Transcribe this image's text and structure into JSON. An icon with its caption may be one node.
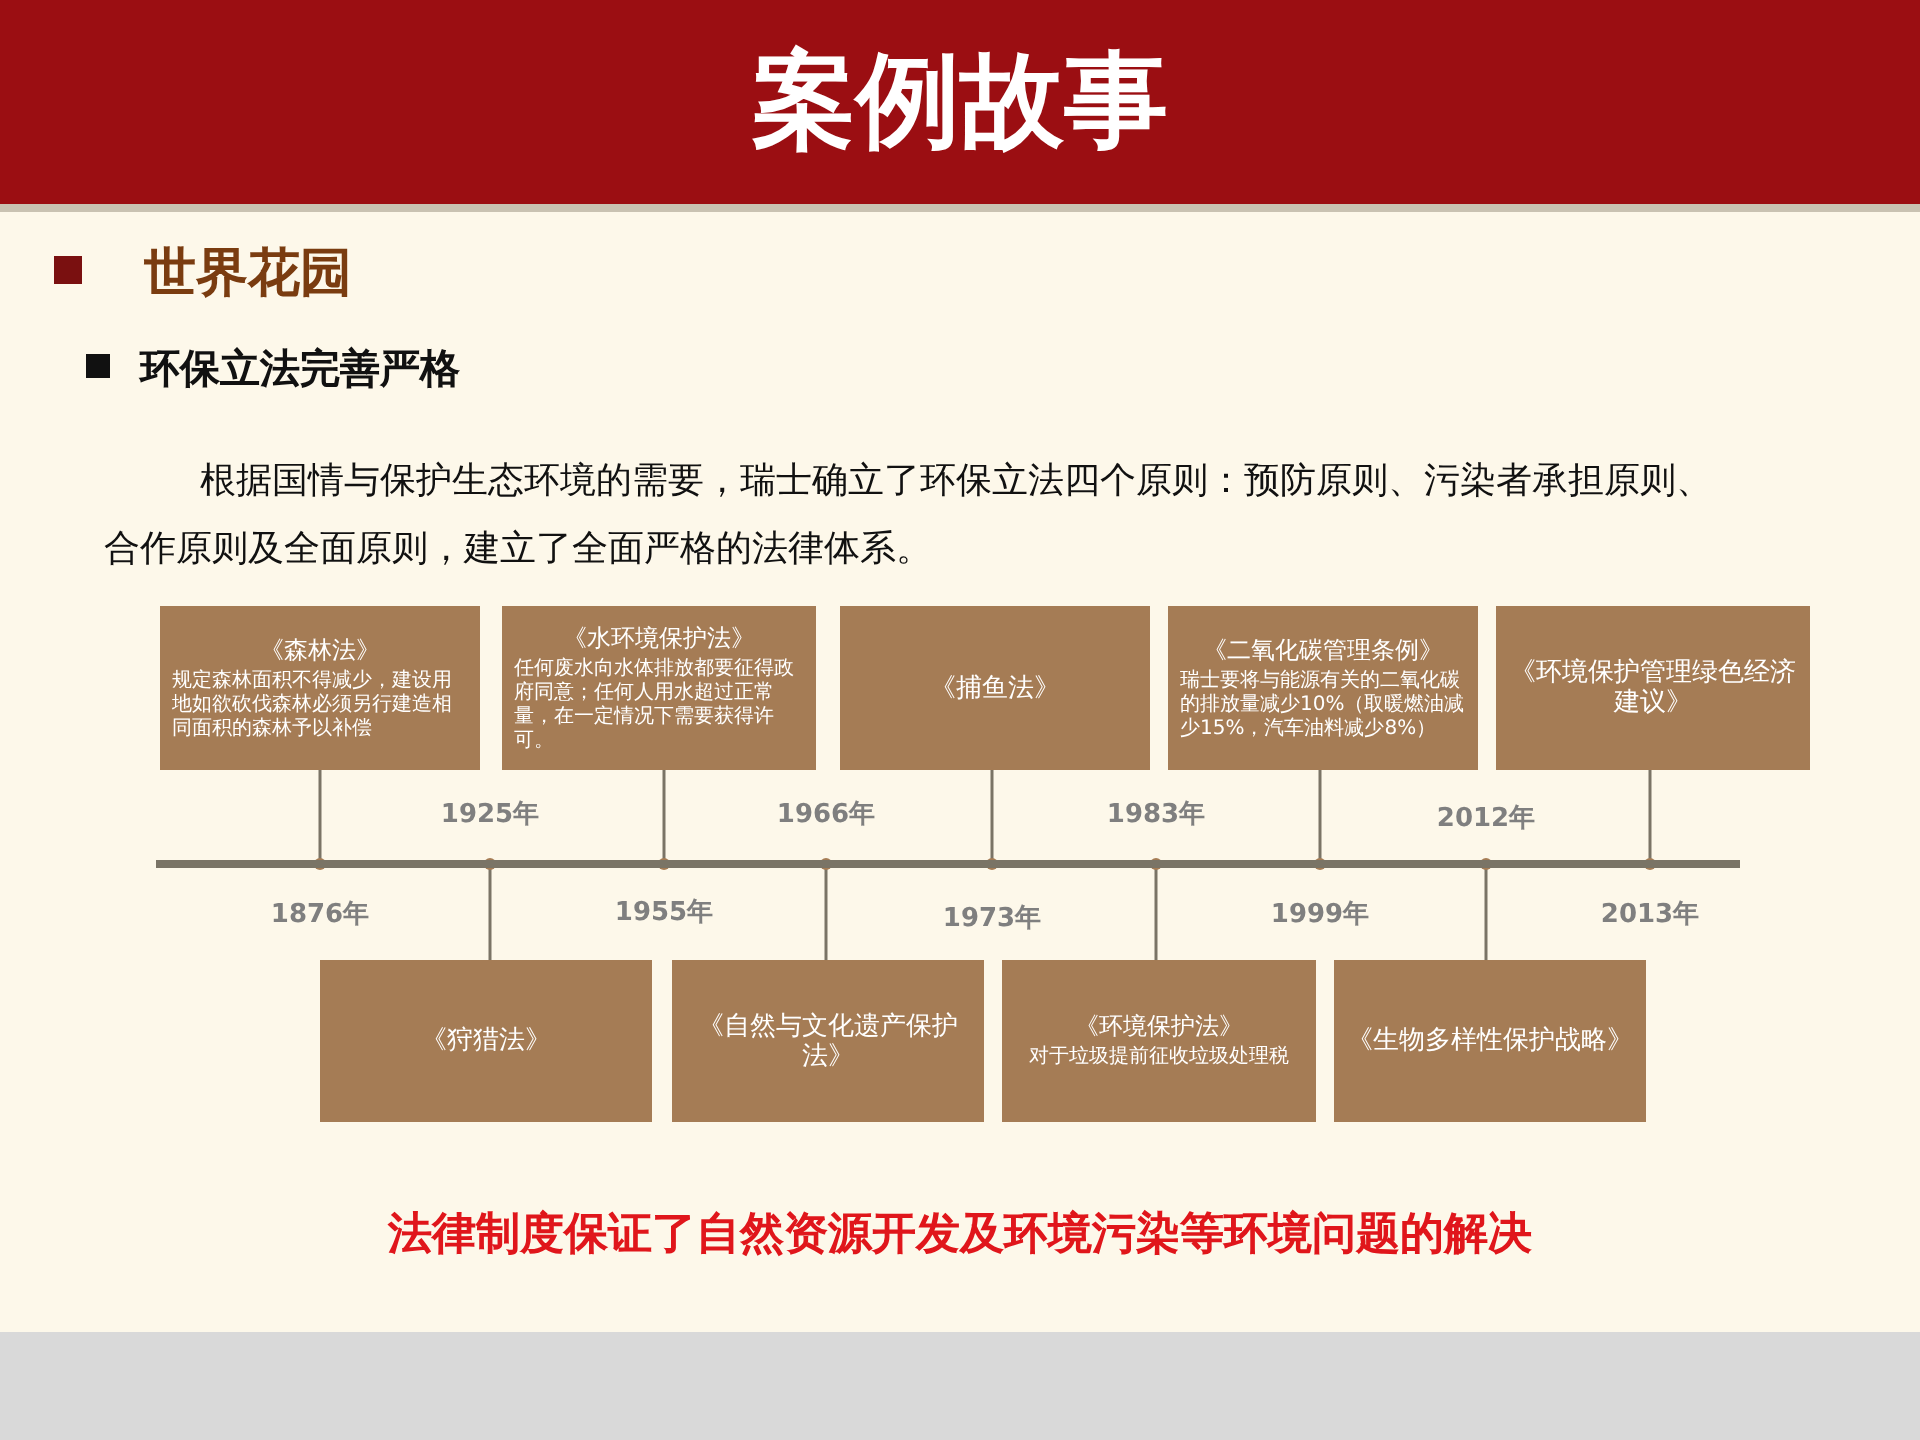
{
  "diagram": {
    "title": "案例故事",
    "nodes": [
      {
        "text": [
          "《森林法》",
          "规定森林面积不得减少，建设用地如欲砍伐森林必须另行建造相同面积的森林予以补偿"
        ]
      },
      {
        "text": [
          "《水环境保护法》",
          "任何废水向水体排放都要征得政府同意；任何人用水超过正常量，在一定情况下需要获得许可。"
        ]
      },
      {
        "text": [
          "《捕鱼法》"
        ]
      },
      {
        "text": [
          "《二氧化碳管理条例》",
          "瑞士要将与能源有关的二氧化碳的排放量减少10%（取暖燃油减少15%，汽车油料减少8%）"
        ]
      },
      {
        "text": [
          "《环境保护管理绿色经济建议》"
        ]
      },
      {
        "text": [
          "《狩猎法》"
        ]
      },
      {
        "text": [
          "《自然与文化遗产保护法》"
        ]
      },
      {
        "text": [
          "《环境保护法》",
          "对于垃圾提前征收垃圾处理税"
        ]
      },
      {
        "text": [
          "《生物多样性保护战略》"
        ]
      },
      {
        "text": [],
        "shape": "bar"
      }
    ],
    "edges": [
      {
        "from": 0,
        "to": 9,
        "arrow": "none"
      },
      {
        "from": 1,
        "to": 9,
        "arrow": "none"
      },
      {
        "from": 2,
        "to": 9,
        "arrow": "none"
      },
      {
        "from": 3,
        "to": 9,
        "arrow": "none"
      },
      {
        "from": 4,
        "to": 9,
        "arrow": "none"
      },
      {
        "from": 5,
        "to": 9,
        "arrow": "none"
      },
      {
        "from": 6,
        "to": 9,
        "arrow": "none"
      },
      {
        "from": 7,
        "to": 9,
        "arrow": "none"
      },
      {
        "from": 8,
        "to": 9,
        "arrow": "none"
      }
    ],
    "labels": [
      "世界花园",
      "环保立法完善严格",
      "根据国情与保护生态环境的需要，瑞士确立了环保立法四个原则：预防原则、污染者承担原则、合作原则及全面原则，建立了全面严格的法律体系。",
      "1925年",
      "1966年",
      "1983年",
      "2012年",
      "1876年",
      "1955年",
      "1973年",
      "1999年",
      "2013年",
      "法律制度保证了自然资源开发及环境污染等环境问题的解决"
    ]
  }
}
